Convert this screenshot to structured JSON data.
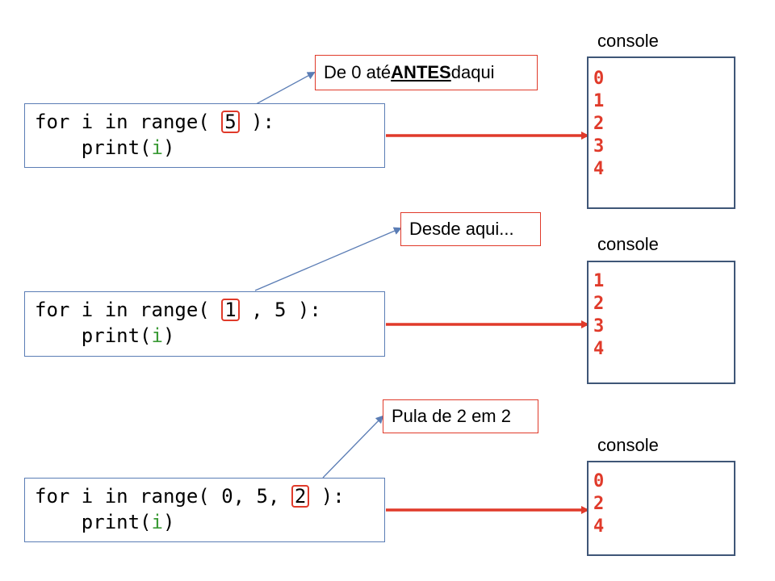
{
  "examples": [
    {
      "code_prefix": "for i in range( ",
      "code_highlight": "5",
      "code_suffix": " ):",
      "code_line2_indent": "    ",
      "code_line2_func": "print(",
      "code_line2_var": "i",
      "code_line2_close": ")",
      "callout_parts": [
        "De 0 até ",
        "ANTES ",
        "daqui"
      ],
      "console_label": "console",
      "console_output": [
        "0",
        "1",
        "2",
        "3",
        "4"
      ]
    },
    {
      "code_prefix": "for i in range( ",
      "code_highlight": "1",
      "code_suffix": " , 5 ):",
      "code_line2_indent": "    ",
      "code_line2_func": "print(",
      "code_line2_var": "i",
      "code_line2_close": ")",
      "callout_parts": [
        "Desde aqui..."
      ],
      "console_label": "console",
      "console_output": [
        "1",
        "2",
        "3",
        "4"
      ]
    },
    {
      "code_prefix": "for i in range( 0, 5, ",
      "code_highlight": "2",
      "code_suffix": " ):",
      "code_line2_indent": "    ",
      "code_line2_func": "print(",
      "code_line2_var": "i",
      "code_line2_close": ")",
      "callout_parts": [
        "Pula de 2 em 2"
      ],
      "console_label": "console",
      "console_output": [
        "0",
        "2",
        "4"
      ]
    }
  ],
  "colors": {
    "highlight_red": "#e03a2a",
    "code_border_blue": "#5b7db5",
    "console_border": "#3f5677",
    "variable_green": "#3a9a35"
  }
}
